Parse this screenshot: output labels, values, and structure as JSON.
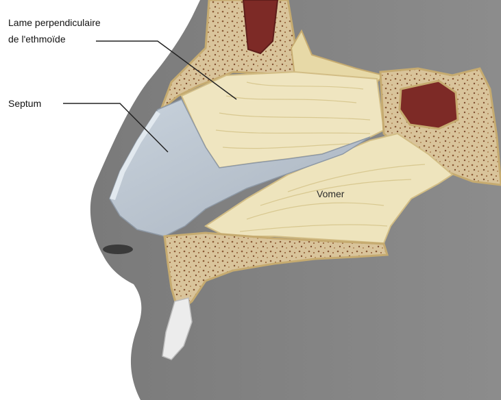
{
  "diagram": {
    "labels": {
      "lame_line1": "Lame perpendiculaire",
      "lame_line2": "de l'ethmoïde",
      "septum": "Septum",
      "vomer": "Vomer"
    },
    "colors": {
      "background": "#ffffff",
      "face": "#7b7b7b",
      "bone_outline": "#c9b27a",
      "spongy_bone": "#d8c29a",
      "ethmoid_plate": "#efe5c0",
      "vomer": "#eee4bd",
      "cartilage": "#b7c1cc",
      "sinus": "#7d2a26",
      "tooth": "#e9e9e9"
    }
  }
}
